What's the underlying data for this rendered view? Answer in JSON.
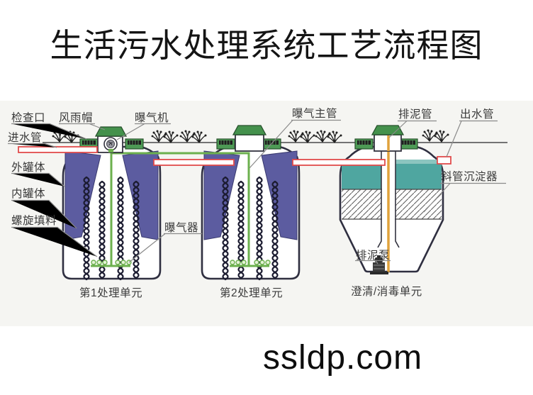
{
  "title": "生活污水处理系统工艺流程图",
  "watermark": "ssldp.com",
  "labels": {
    "inspection_port": "检查口",
    "rain_cap": "风雨帽",
    "aerator_machine": "曝气机",
    "inlet_pipe": "进水管",
    "outer_tank": "外罐体",
    "inner_tank": "内罐体",
    "spiral_packing": "螺旋填料",
    "aeration_main_pipe": "曝气主管",
    "sludge_discharge_pipe": "排泥管",
    "outlet_pipe": "出水管",
    "aeration_diffuser": "曝气器",
    "inclined_tube_settler": "斜管沉淀器",
    "sludge_pump": "排泥泵",
    "unit1": "第1处理单元",
    "unit2": "第2处理单元",
    "unit3": "澄清/消毒单元"
  },
  "colors": {
    "pipe_green": "#6cb04e",
    "equipment_green": "#44914c",
    "inner_tank_purple": "#5c5ca0",
    "settler_teal": "#4fa6a0",
    "pipe_red": "#e14b4b",
    "sludge_pipe_orange": "#e0a23c"
  }
}
